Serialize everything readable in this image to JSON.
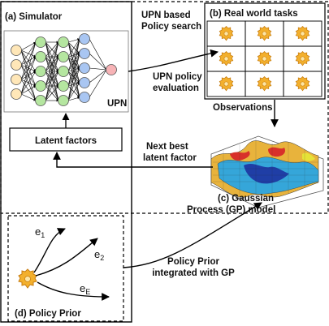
{
  "simulator": {
    "title": "(a) Simulator",
    "network_label": "UPN",
    "latent_box": "Latent factors"
  },
  "real_world": {
    "title": "(b) Real world tasks"
  },
  "gp": {
    "title_line1": "(c) Gaussian",
    "title_line2": "Process  (GP) model"
  },
  "policy_prior": {
    "title": "(d) Policy Prior",
    "edges": [
      {
        "base": "e",
        "sub": "1"
      },
      {
        "base": "e",
        "sub": "2"
      },
      {
        "base": "e",
        "sub": "E"
      }
    ]
  },
  "arrows": {
    "policy_search": [
      "UPN based",
      "Policy search"
    ],
    "policy_eval": [
      "UPN policy",
      "evaluation"
    ],
    "observations": "Observations",
    "next_best": [
      "Next best",
      "latent factor"
    ],
    "prior_integrated": [
      "Policy Prior",
      "integrated with GP"
    ]
  },
  "colors": {
    "input_node": "#ffe7b8",
    "hidden1_node": "#b5e6a0",
    "hidden2_node": "#a9c6f2",
    "output_node": "#f7b3b6",
    "gear": "#f3b02d",
    "gear_dark": "#c77d12"
  }
}
